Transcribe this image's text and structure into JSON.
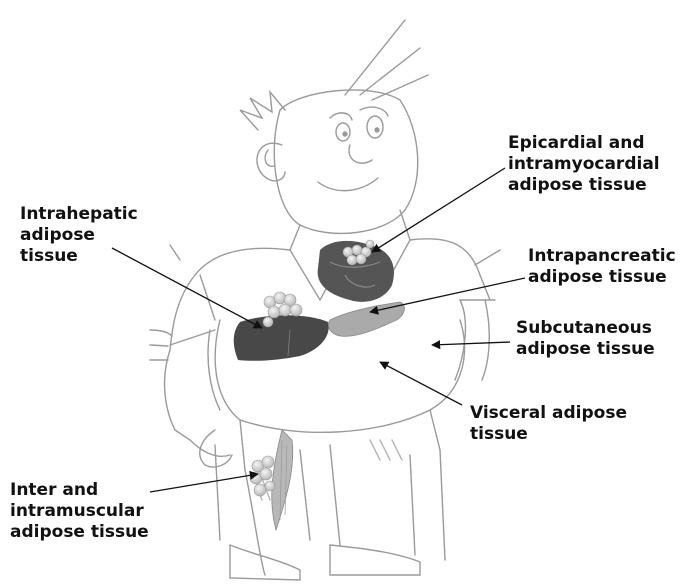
{
  "figure": {
    "labels": {
      "epicardial": [
        "Epicardial and",
        "intramyocardial",
        "adipose tissue"
      ],
      "intrahepatic": [
        "Intrahepatic",
        "adipose",
        "tissue"
      ],
      "intrapancreatic": [
        "Intrapancreatic",
        "adipose tissue"
      ],
      "subcutaneous": [
        "Subcutaneous",
        "adipose tissue"
      ],
      "visceral": [
        "Visceral adipose",
        "tissue"
      ],
      "intramuscular": [
        "Inter and",
        "intramuscular",
        "adipose tissue"
      ]
    }
  },
  "colors": {
    "sketch": "#8f8f8f",
    "text": "#111111",
    "arrow": "#111111",
    "organ_dark": "#4a4a4a",
    "organ_light": "#a8a8a8",
    "fat": "#d6d6d6"
  }
}
